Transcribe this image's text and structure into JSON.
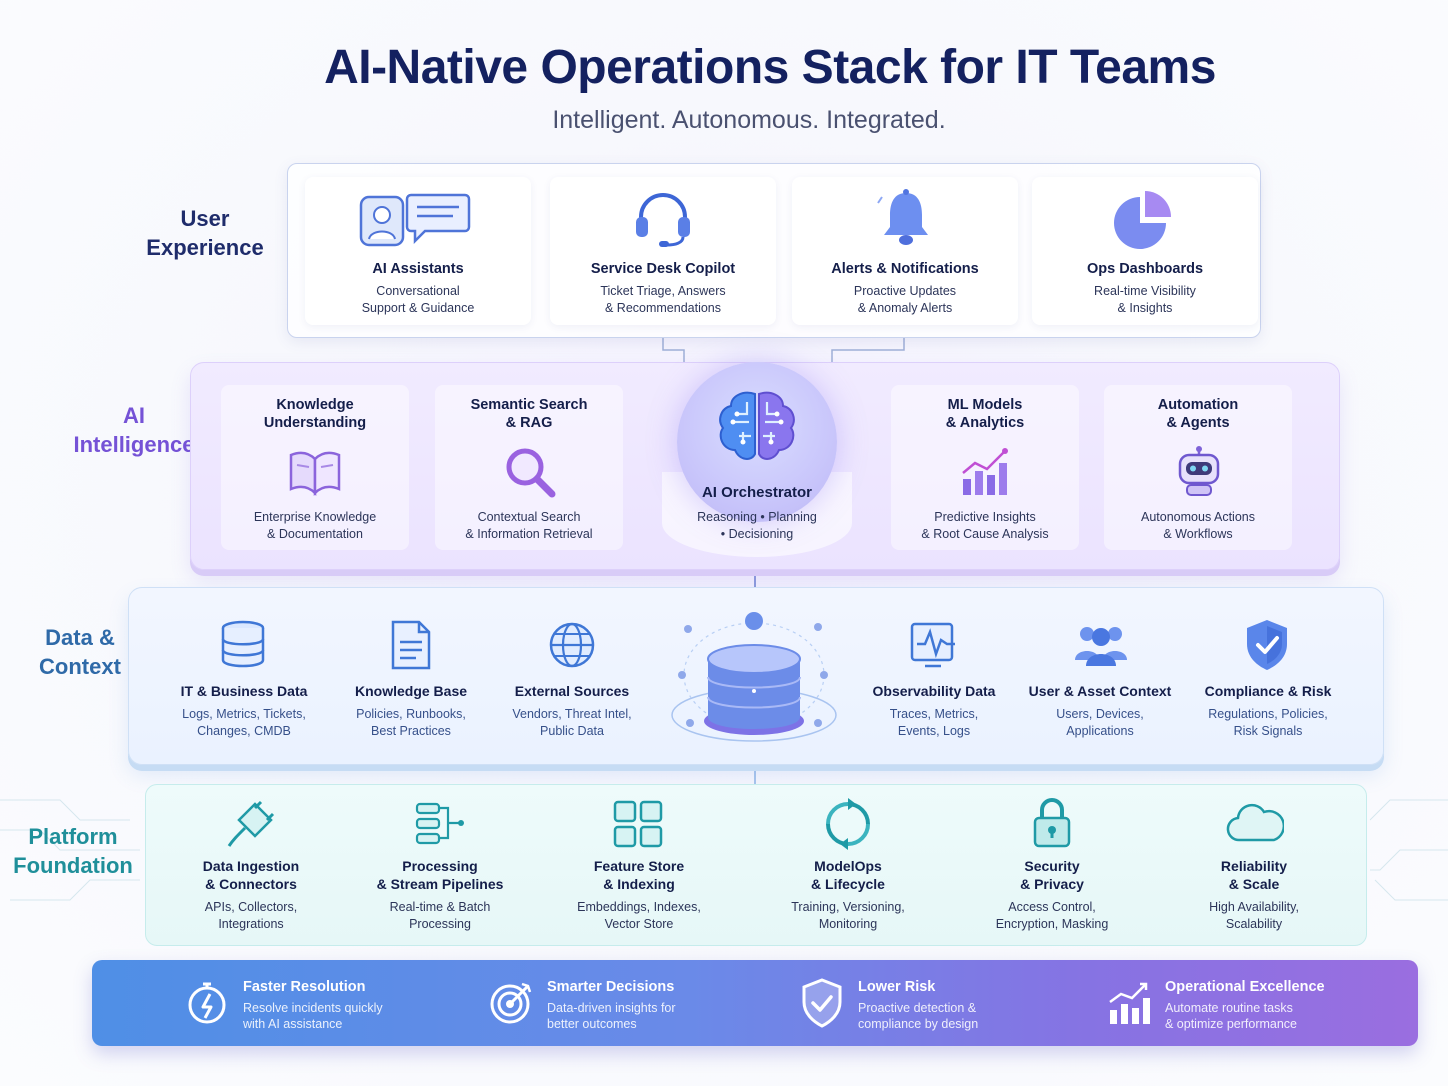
{
  "header": {
    "title": "AI-Native Operations Stack for IT Teams",
    "subtitle": "Intelligent. Autonomous. Integrated."
  },
  "layers": {
    "ux": "User\nExperience",
    "ux_l1": "User",
    "ux_l2": "Experience",
    "ai_l1": "AI",
    "ai_l2": "Intelligence",
    "data_l1": "Data &",
    "data_l2": "Context",
    "plat_l1": "Platform",
    "plat_l2": "Foundation"
  },
  "ux_cards": [
    {
      "title": "AI Assistants",
      "d1": "Conversational",
      "d2": "Support & Guidance",
      "icon": "chat-assistant-icon"
    },
    {
      "title": "Service Desk Copilot",
      "d1": "Ticket Triage, Answers",
      "d2": "& Recommendations",
      "icon": "headset-icon"
    },
    {
      "title": "Alerts & Notifications",
      "d1": "Proactive Updates",
      "d2": "& Anomaly Alerts",
      "icon": "bell-icon"
    },
    {
      "title": "Ops Dashboards",
      "d1": "Real-time Visibility",
      "d2": "& Insights",
      "icon": "pie-chart-icon"
    }
  ],
  "ai_cards": [
    {
      "t1": "Knowledge",
      "t2": "Understanding",
      "d1": "Enterprise Knowledge",
      "d2": "& Documentation",
      "icon": "book-icon"
    },
    {
      "t1": "Semantic Search",
      "t2": "& RAG",
      "d1": "Contextual Search",
      "d2": "& Information Retrieval",
      "icon": "magnifier-icon"
    },
    {
      "t1": "ML Models",
      "t2": "& Analytics",
      "d1": "Predictive Insights",
      "d2": "& Root Cause Analysis",
      "icon": "bar-chart-icon"
    },
    {
      "t1": "Automation",
      "t2": "& Agents",
      "d1": "Autonomous Actions",
      "d2": "& Workflows",
      "icon": "robot-icon"
    }
  ],
  "orchestrator": {
    "title": "AI Orchestrator",
    "d1": "Reasoning • Planning",
    "d2": "• Decisioning",
    "icon": "brain-icon"
  },
  "data_cards": [
    {
      "title": "IT & Business Data",
      "d1": "Logs, Metrics, Tickets,",
      "d2": "Changes, CMDB",
      "icon": "database-icon"
    },
    {
      "title": "Knowledge Base",
      "d1": "Policies, Runbooks,",
      "d2": "Best Practices",
      "icon": "document-icon"
    },
    {
      "title": "External Sources",
      "d1": "Vendors, Threat Intel,",
      "d2": "Public Data",
      "icon": "globe-icon"
    },
    {
      "title": "Observability Data",
      "d1": "Traces, Metrics,",
      "d2": "Events, Logs",
      "icon": "pulse-icon"
    },
    {
      "title": "User & Asset Context",
      "d1": "Users, Devices,",
      "d2": "Applications",
      "icon": "users-icon"
    },
    {
      "title": "Compliance & Risk",
      "d1": "Regulations, Policies,",
      "d2": "Risk Signals",
      "icon": "shield-check-icon"
    }
  ],
  "plat_cards": [
    {
      "t1": "Data Ingestion",
      "t2": "& Connectors",
      "d1": "APIs, Collectors,",
      "d2": "Integrations",
      "icon": "plug-icon"
    },
    {
      "t1": "Processing",
      "t2": "& Stream Pipelines",
      "d1": "Real-time & Batch",
      "d2": "Processing",
      "icon": "pipeline-icon"
    },
    {
      "t1": "Feature Store",
      "t2": "& Indexing",
      "d1": "Embeddings, Indexes,",
      "d2": "Vector Store",
      "icon": "grid-icon"
    },
    {
      "t1": "ModelOps",
      "t2": "& Lifecycle",
      "d1": "Training, Versioning,",
      "d2": "Monitoring",
      "icon": "cycle-icon"
    },
    {
      "t1": "Security",
      "t2": "& Privacy",
      "d1": "Access Control,",
      "d2": "Encryption, Masking",
      "icon": "lock-icon"
    },
    {
      "t1": "Reliability",
      "t2": "& Scale",
      "d1": "High Availability,",
      "d2": "Scalability",
      "icon": "cloud-icon"
    }
  ],
  "benefits": [
    {
      "title": "Faster Resolution",
      "d1": "Resolve incidents quickly",
      "d2": "with AI assistance",
      "icon": "stopwatch-icon"
    },
    {
      "title": "Smarter Decisions",
      "d1": "Data-driven insights for",
      "d2": "better outcomes",
      "icon": "target-icon"
    },
    {
      "title": "Lower Risk",
      "d1": "Proactive detection &",
      "d2": "compliance by design",
      "icon": "shield-icon"
    },
    {
      "title": "Operational Excellence",
      "d1": "Automate routine tasks",
      "d2": "& optimize performance",
      "icon": "growth-chart-icon"
    }
  ]
}
